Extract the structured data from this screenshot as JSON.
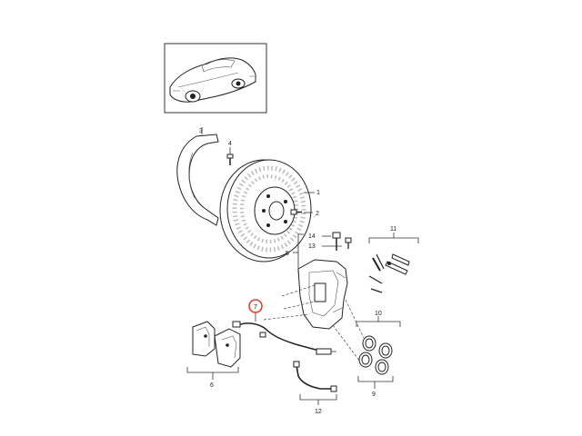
{
  "callouts": {
    "c1": "1",
    "c2": "2",
    "c3": "3",
    "c4": "4",
    "c5": "5",
    "c6": "6",
    "c7": "7",
    "c9": "9",
    "c10": "10",
    "c11": "11",
    "c12": "12",
    "c13": "13",
    "c14": "14"
  },
  "highlight": {
    "label": "7",
    "color": "#e0452b"
  },
  "colors": {
    "line": "#333333",
    "background": "#ffffff"
  }
}
